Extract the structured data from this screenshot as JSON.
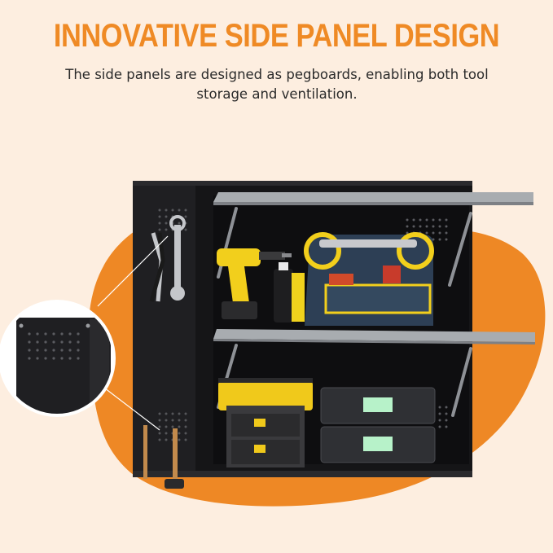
{
  "headline": "INNOVATIVE SIDE PANEL DESIGN",
  "subtitle": "The side panels are designed as pegboards, enabling both tool storage and ventilation.",
  "colors": {
    "background": "#fdeee0",
    "accent": "#ee8825",
    "cabinet": "#1c1c1e",
    "shelf": "#a8acb0"
  },
  "icons": [
    "cabinet-illustration",
    "pegboard-zoom-circle",
    "drill-icon",
    "toolbox-icon",
    "storage-box-icon",
    "wrench-icon",
    "pliers-icon",
    "hammer-icon"
  ]
}
